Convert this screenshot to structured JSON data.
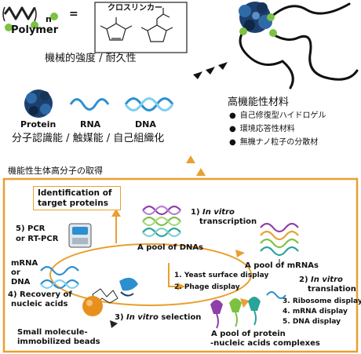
{
  "top": {
    "polymer_label": "Polymer",
    "subscript_n": "n",
    "equals": "=",
    "crosslinker_title": "クロスリンカー",
    "mechanical_caption": "機械的強度 / 耐久性"
  },
  "biomolecules": {
    "protein": "Protein",
    "rna": "RNA",
    "dna": "DNA",
    "functions": "分子認識能 / 触媒能 / 自己組織化"
  },
  "materials": {
    "heading": "高機能性材料",
    "items": [
      "自己修復型ハイドロゲル",
      "環境応答性材料",
      "無機ナノ粒子の分散材"
    ]
  },
  "selection": {
    "section_title": "機能性生体高分子の取得",
    "identification": "Identification of target proteins",
    "pcr_line1": "5) PCR",
    "pcr_line2": "or RT-PCR",
    "mrna_or_dna": [
      "mRNA",
      "or",
      "DNA"
    ],
    "recovery_line1": "4) Recovery of",
    "recovery_line2": "nucleic acids",
    "pool_dnas": "A pool of DNAs",
    "transcription_num": "1)",
    "transcription_italic": "In vitro",
    "transcription_word": "transcription",
    "pool_mrnas": "A pool of mRNAs",
    "translation_num": "2)",
    "translation_italic": "In vitro",
    "translation_word": "translation",
    "yeast_display": "1. Yeast surface display",
    "phage_display": "2. Phage display",
    "ribosome_display": "3. Ribosome display",
    "mrna_display": "4. mRNA display",
    "dna_display": "5. DNA display",
    "selection_num": "3)",
    "selection_italic": "In vitro",
    "selection_word": "selection",
    "beads_line1": "Small molecule-",
    "beads_line2": "immobilized beads",
    "complex_line1": "A pool of protein",
    "complex_line2": "-nucleic acids complexes"
  },
  "colors": {
    "accent_orange": "#e8a030",
    "green_dot": "#7cc242",
    "protein_blue": "#1c3f6e",
    "dna_blue": "#2c8fd0",
    "purple": "#8e3fa8",
    "teal": "#2aa39a",
    "bead_orange": "#e8901e"
  }
}
